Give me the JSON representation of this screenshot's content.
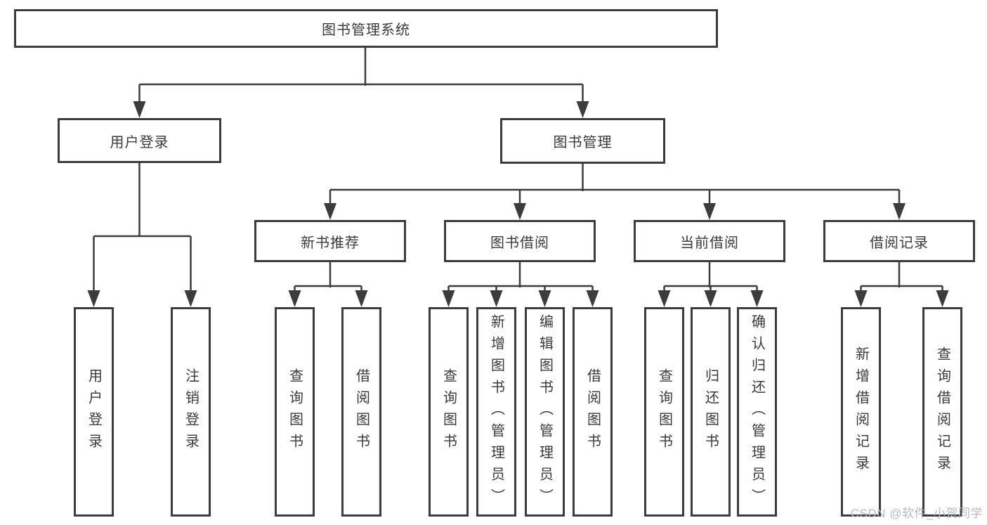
{
  "diagram": {
    "title": "图书管理系统",
    "root": "图书管理系统",
    "level2": [
      "用户登录",
      "图书管理"
    ],
    "level3": [
      "新书推荐",
      "图书借阅",
      "当前借阅",
      "借阅记录"
    ],
    "user_children": [
      "用户登录",
      "注销登录"
    ],
    "newbook_children": [
      "查询图书",
      "借阅图书"
    ],
    "borrow_children": [
      "查询图书",
      "新增图书（管理员）",
      "编辑图书（管理员）",
      "借阅图书"
    ],
    "current_children": [
      "查询图书",
      "归还图书",
      "确认归还（管理员）"
    ],
    "records_children": [
      "新增借阅记录",
      "查询借阅记录"
    ]
  },
  "watermark": "CSDN @软件_小贺同学",
  "colors": {
    "line": "#3c3c3c",
    "box_border": "#3c3c3c",
    "text": "#3a3a3a",
    "watermark": "#b7bbc3",
    "background": "#ffffff"
  }
}
